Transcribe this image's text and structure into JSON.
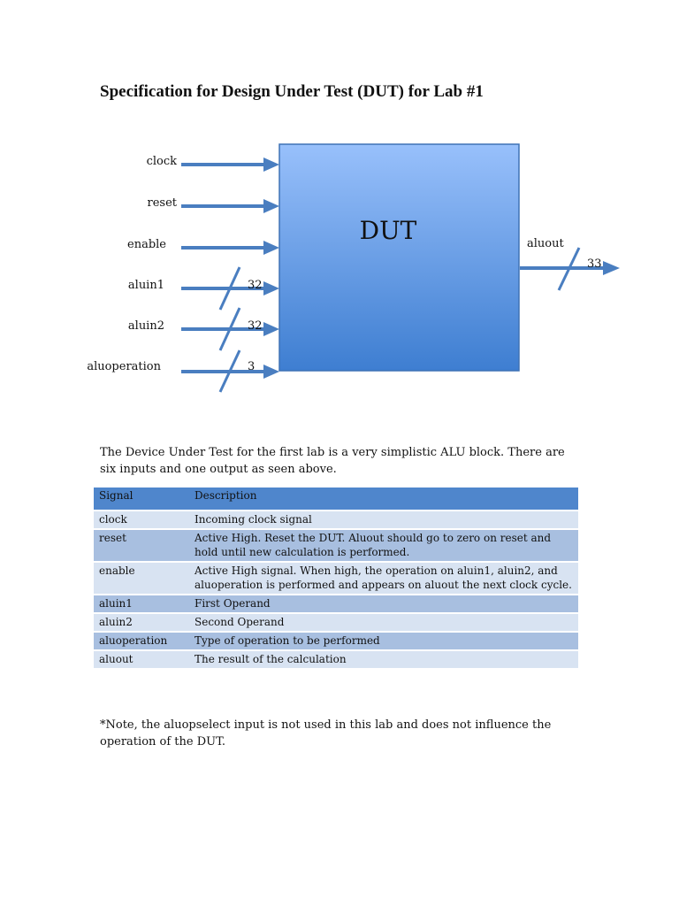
{
  "document": {
    "title": "Specification for Design Under Test (DUT) for Lab #1",
    "paragraph": "The Device Under Test for the first lab is a very simplistic ALU block.  There are six inputs and one output as seen above.",
    "note": "*Note, the aluopselect input is not used in this lab and does not influence the operation of the DUT."
  },
  "diagram": {
    "block_label": "DUT",
    "inputs": [
      {
        "name": "clock",
        "width": ""
      },
      {
        "name": "reset",
        "width": ""
      },
      {
        "name": "enable",
        "width": ""
      },
      {
        "name": "aluin1",
        "width": "32"
      },
      {
        "name": "aluin2",
        "width": "32"
      },
      {
        "name": "aluoperation",
        "width": "3"
      }
    ],
    "output": {
      "name": "aluout",
      "width": "33"
    },
    "colors": {
      "block_top": "#98c0fb",
      "block_bottom": "#3e7ed1",
      "arrow": "#4a7ec0"
    }
  },
  "table": {
    "headers": [
      "Signal",
      "Description"
    ],
    "rows": [
      {
        "signal": "clock",
        "description": "Incoming clock signal"
      },
      {
        "signal": "reset",
        "description": "Active High. Reset the DUT.  Aluout should go to zero on reset and hold until new calculation is performed."
      },
      {
        "signal": "enable",
        "description": "Active High signal.  When high, the operation on aluin1, aluin2, and aluoperation is performed and appears on aluout the next clock cycle."
      },
      {
        "signal": "aluin1",
        "description": "First Operand"
      },
      {
        "signal": "aluin2",
        "description": "Second Operand"
      },
      {
        "signal": "aluoperation",
        "description": "Type of operation to be performed"
      },
      {
        "signal": "aluout",
        "description": "The result of the calculation"
      }
    ]
  }
}
